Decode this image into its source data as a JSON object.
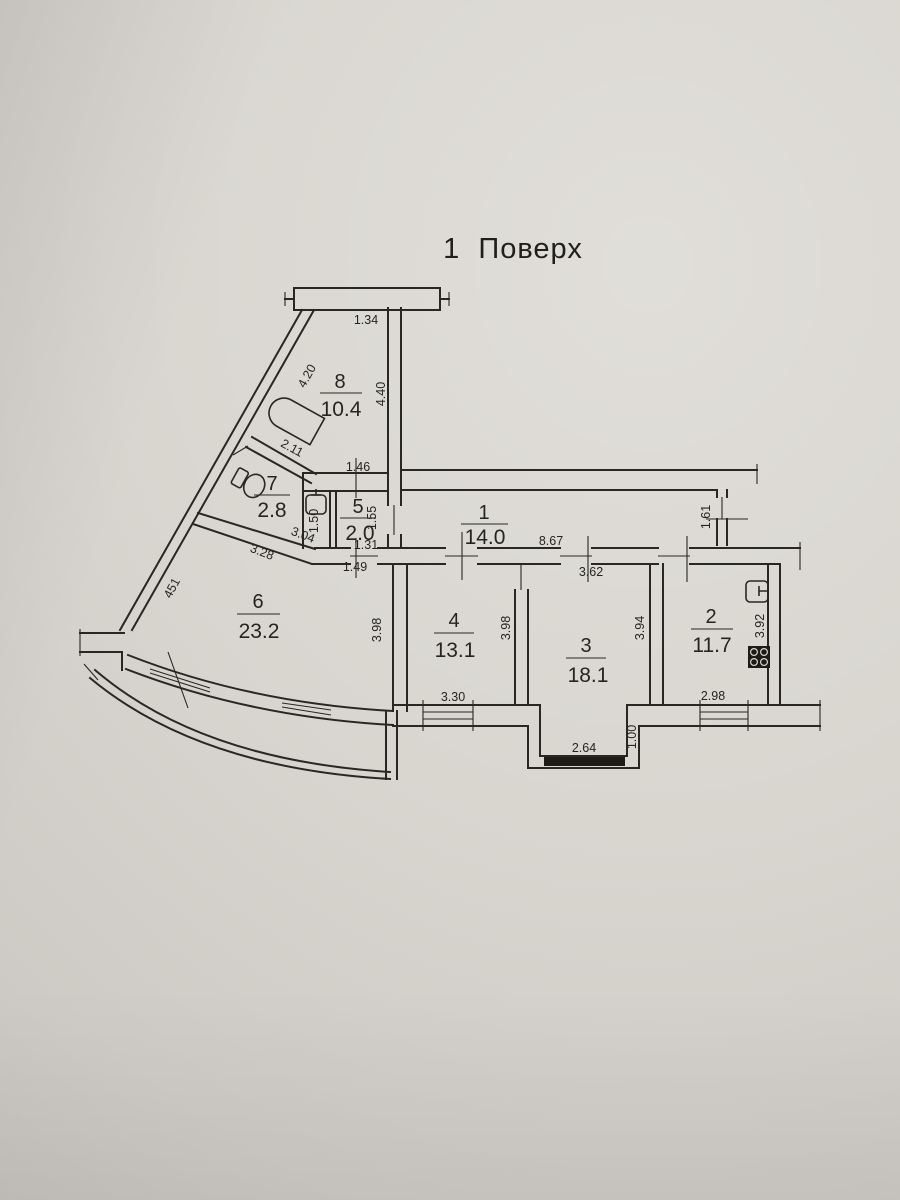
{
  "title": "1  Поверх",
  "floor_plan": {
    "rooms": {
      "r1": {
        "number": "1",
        "area": "14.0"
      },
      "r2": {
        "number": "2",
        "area": "11.7"
      },
      "r3": {
        "number": "3",
        "area": "18.1"
      },
      "r4": {
        "number": "4",
        "area": "13.1"
      },
      "r5": {
        "number": "5",
        "area": "2.0"
      },
      "r6": {
        "number": "6",
        "area": "23.2"
      },
      "r7": {
        "number": "7",
        "area": "2.8"
      },
      "r8": {
        "number": "8",
        "area": "10.4"
      }
    },
    "dims": {
      "d134": "1.34",
      "d420": "4.20",
      "d440": "4.40",
      "d211": "2.11",
      "d146": "1.46",
      "d150": "1.50",
      "d155": "1.55",
      "d131": "1.31",
      "d149": "1.49",
      "d304": "3.04",
      "d328": "3.28",
      "d451": "451",
      "d867": "8.67",
      "d362": "3.62",
      "d161": "1.61",
      "d398a": "3.98",
      "d398b": "3.98",
      "d394": "3.94",
      "d392": "3.92",
      "d330": "3.30",
      "d298": "2.98",
      "d264": "2.64",
      "d100": "1.00"
    },
    "colors": {
      "paper": "#d9d6d0",
      "ink": "#2a2722"
    }
  }
}
